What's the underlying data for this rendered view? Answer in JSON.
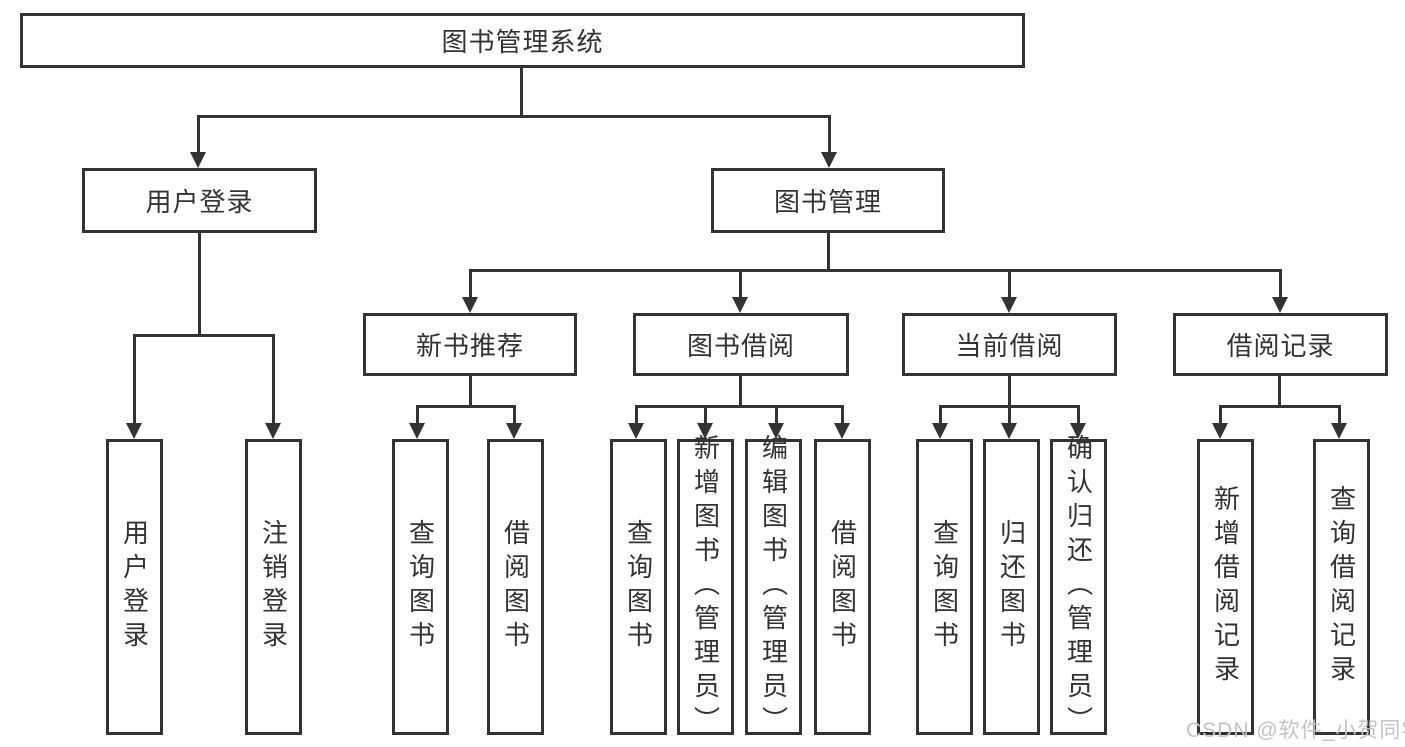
{
  "colors": {
    "line": "#333333",
    "text": "#333333",
    "watermark": "#c4c4c4",
    "background": "#ffffff"
  },
  "watermark": {
    "text": "CSDN @软件_小贺同学"
  },
  "tree": {
    "root": {
      "label": "图书管理系统"
    },
    "branches": [
      {
        "label": "用户登录",
        "leaves": [
          "用户登录",
          "注销登录"
        ]
      },
      {
        "label": "图书管理",
        "groups": [
          {
            "label": "新书推荐",
            "leaves": [
              "查询图书",
              "借阅图书"
            ]
          },
          {
            "label": "图书借阅",
            "leaves": [
              "查询图书",
              "新增图书（管理员）",
              "编辑图书（管理员）",
              "借阅图书"
            ]
          },
          {
            "label": "当前借阅",
            "leaves": [
              "查询图书",
              "归还图书",
              "确认归还（管理员）"
            ]
          },
          {
            "label": "借阅记录",
            "leaves": [
              "新增借阅记录",
              "查询借阅记录"
            ]
          }
        ]
      }
    ]
  }
}
